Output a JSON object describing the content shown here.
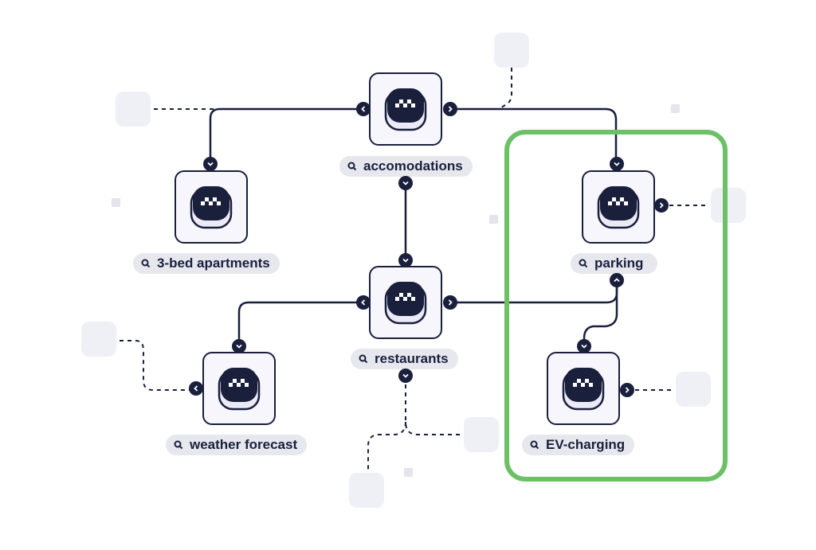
{
  "diagram": {
    "nodes": [
      {
        "id": "accomodations",
        "label": "accomodations"
      },
      {
        "id": "apartments",
        "label": "3-bed apartments"
      },
      {
        "id": "restaurants",
        "label": "restaurants"
      },
      {
        "id": "parking",
        "label": "parking"
      },
      {
        "id": "weather",
        "label": "weather forecast"
      },
      {
        "id": "ev",
        "label": "EV-charging"
      }
    ],
    "edges": [
      {
        "from": "accomodations",
        "to": "apartments"
      },
      {
        "from": "accomodations",
        "to": "restaurants"
      },
      {
        "from": "accomodations",
        "to": "parking"
      },
      {
        "from": "restaurants",
        "to": "weather"
      },
      {
        "from": "restaurants",
        "to": "parking"
      },
      {
        "from": "parking",
        "to": "ev"
      }
    ],
    "highlighted_nodes": [
      "parking",
      "ev"
    ],
    "colors": {
      "node_border": "#1a1f3c",
      "node_fill": "#f6f6fc",
      "label_bg": "#e6e8ee",
      "highlight": "#6cc066",
      "ghost": "#eef0f5"
    }
  }
}
